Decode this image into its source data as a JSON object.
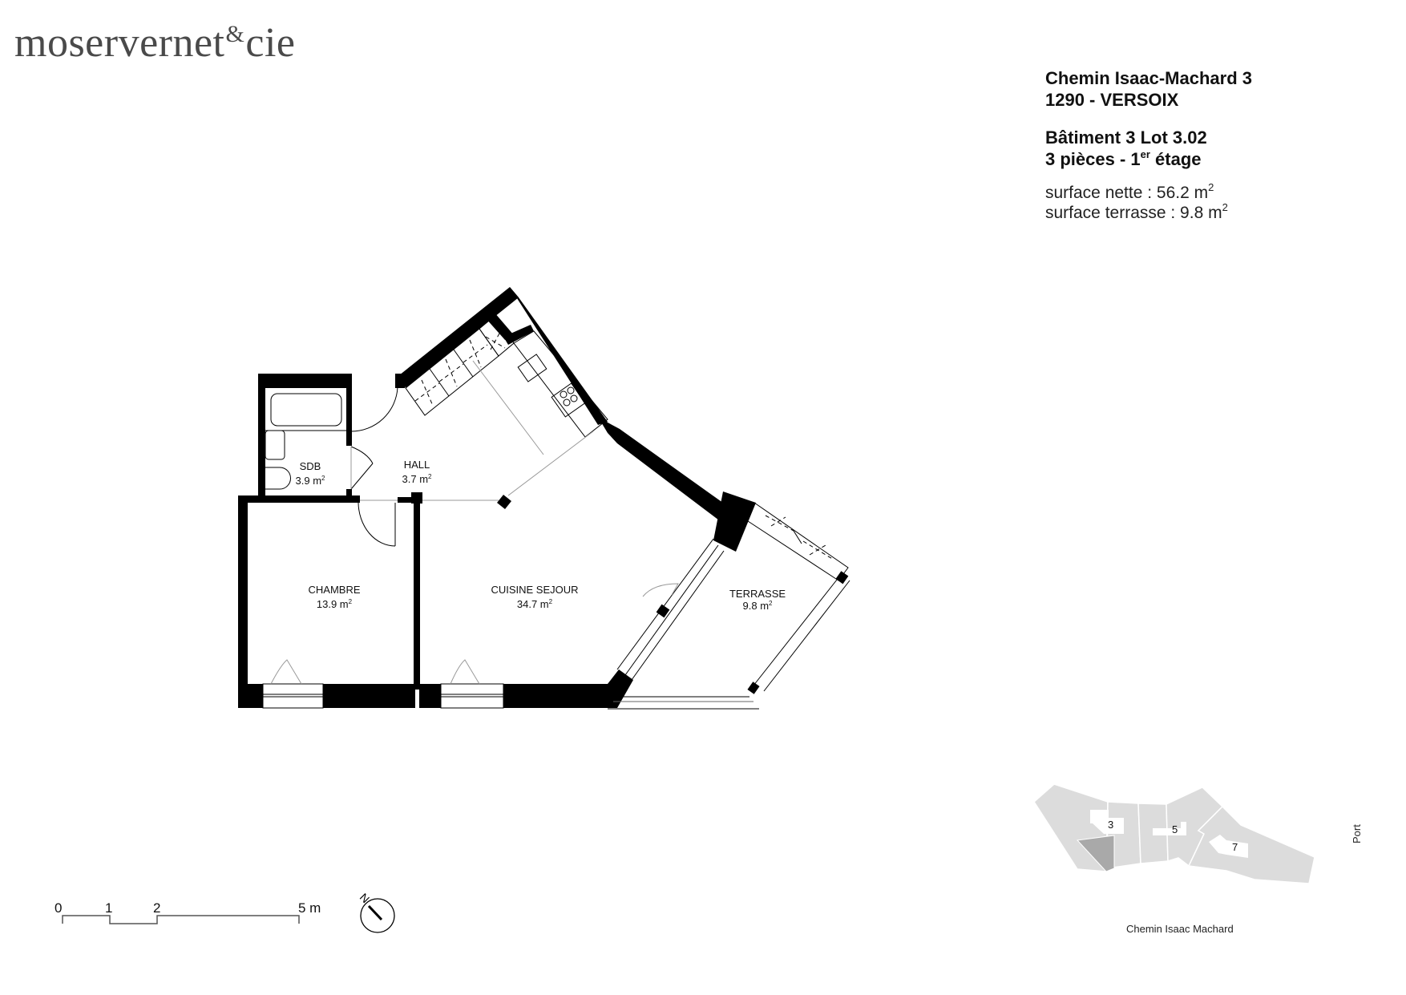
{
  "logo": {
    "text_before": "moservernet",
    "ampersand": "&",
    "text_after": "cie"
  },
  "header": {
    "address_line1": "Chemin Isaac-Machard 3",
    "address_line2": "1290 - VERSOIX",
    "lot_line": "Bâtiment 3 Lot 3.02",
    "rooms_prefix": "3 pièces - 1",
    "rooms_sup": "er",
    "rooms_suffix": " étage",
    "surface_nette_label": "surface nette : 56.2 m",
    "surface_terrasse_label": "surface terrasse : 9.8 m",
    "unit_sup": "2"
  },
  "rooms": [
    {
      "name": "SDB",
      "area": "3.9 m",
      "sup": "2"
    },
    {
      "name": "HALL",
      "area": "3.7 m",
      "sup": "2"
    },
    {
      "name": "CHAMBRE",
      "area": "13.9 m",
      "sup": "2"
    },
    {
      "name": "CUISINE SEJOUR",
      "area": "34.7 m",
      "sup": "2"
    },
    {
      "name": "TERRASSE",
      "area": "9.8 m",
      "sup": "2"
    }
  ],
  "scale_bar": {
    "ticks": [
      "0",
      "1",
      "2",
      "5 m"
    ]
  },
  "north_arrow": {
    "label": "N"
  },
  "site_map": {
    "buildings": [
      "3",
      "5",
      "7"
    ],
    "street_label": "Chemin Isaac Machard",
    "side_label": "Port",
    "highlight_color": "#a9a9a9",
    "base_color": "#dcdcdc"
  },
  "colors": {
    "wall": "#000000",
    "logo": "#4a4a4a",
    "thin_line": "#999999"
  }
}
